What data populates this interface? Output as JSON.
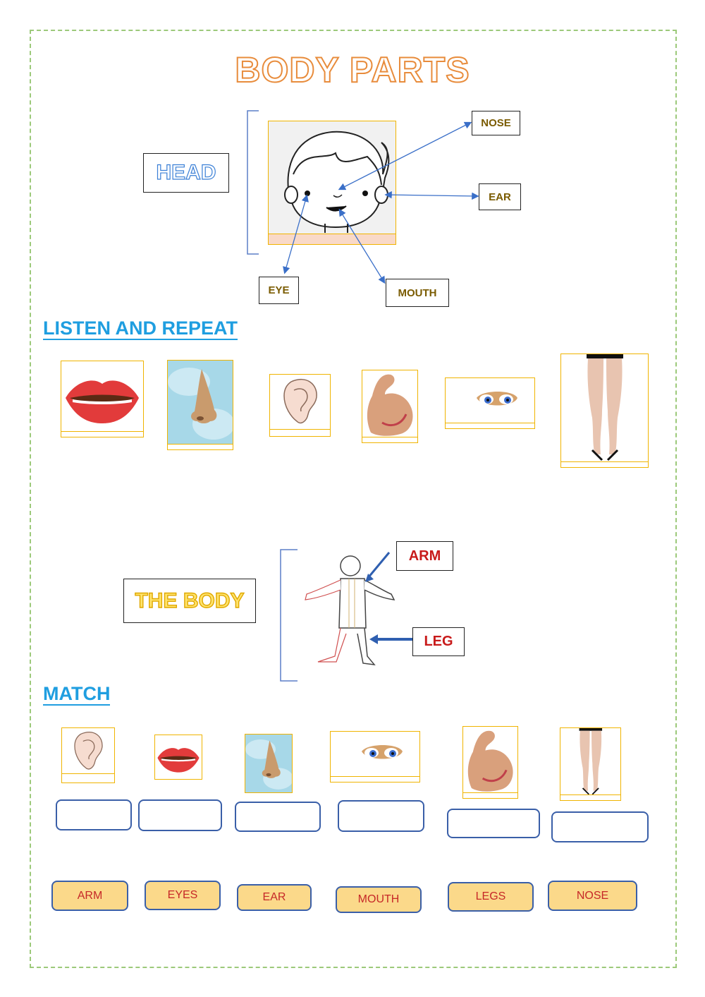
{
  "title": "BODY PARTS",
  "head_section": {
    "label": "HEAD",
    "parts": {
      "nose": "NOSE",
      "ear": "EAR",
      "eye": "EYE",
      "mouth": "MOUTH"
    }
  },
  "listen_section": {
    "heading": "LISTEN AND REPEAT"
  },
  "body_section": {
    "label": "THE BODY",
    "parts": {
      "arm": "ARM",
      "leg": "LEG"
    }
  },
  "match_section": {
    "heading": "MATCH",
    "words": [
      "ARM",
      "EYES",
      "EAR",
      "MOUTH",
      "LEGS",
      "NOSE"
    ]
  },
  "colors": {
    "title_outline": "#e88c3c",
    "heading": "#1f9ee0",
    "frame": "#f0b400",
    "chip": "#fbd98a",
    "chip_text": "#c62828",
    "arrow": "#3a6fc8"
  },
  "icons": [
    "boy-face-icon",
    "lips-icon",
    "nose-icon",
    "ear-icon",
    "muscle-arm-icon",
    "eyes-icon",
    "legs-icon",
    "body-figure-icon"
  ]
}
